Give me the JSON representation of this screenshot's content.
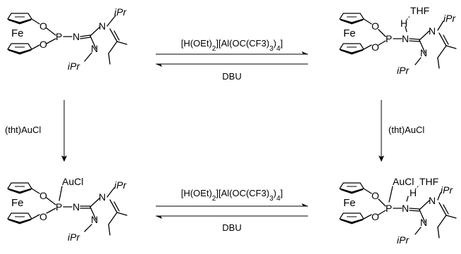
{
  "title": "",
  "molecules": [
    {
      "id": "top-left",
      "labels": {
        "fe": "Fe",
        "o1": "O",
        "o2": "O",
        "p": "P",
        "n": "N",
        "nr1": "N",
        "nr2": "N",
        "ipr1": "iPr",
        "ipr2": "iPr"
      }
    },
    {
      "id": "top-right",
      "labels": {
        "fe": "Fe",
        "o1": "O",
        "o2": "O",
        "p": "P",
        "n": "N",
        "nr1": "N",
        "nr2": "N",
        "ipr1": "iPr",
        "ipr2": "iPr",
        "h": "H",
        "thf": "THF"
      }
    },
    {
      "id": "bottom-left",
      "labels": {
        "fe": "Fe",
        "o1": "O",
        "o2": "O",
        "p": "P",
        "n": "N",
        "nr1": "N",
        "nr2": "N",
        "ipr1": "iPr",
        "ipr2": "iPr",
        "aucl": "AuCl"
      }
    },
    {
      "id": "bottom-right",
      "labels": {
        "fe": "Fe",
        "o1": "O",
        "o2": "O",
        "p": "P",
        "n": "N",
        "nr1": "N",
        "nr2": "N",
        "ipr1": "iPr",
        "ipr2": "iPr",
        "h": "H",
        "thf": "THF",
        "aucl": "AuCl"
      }
    }
  ],
  "reactions": {
    "top_forward_reagent": "[H(OEt)2][Al(OC(CF3)3)4]",
    "top_reverse_reagent": "DBU",
    "bottom_forward_reagent": "[H(OEt)2][Al(OC(CF3)3)4]",
    "bottom_reverse_reagent": "DBU",
    "left_down_reagent": "(tht)AuCl",
    "right_down_reagent": "(tht)AuCl"
  }
}
